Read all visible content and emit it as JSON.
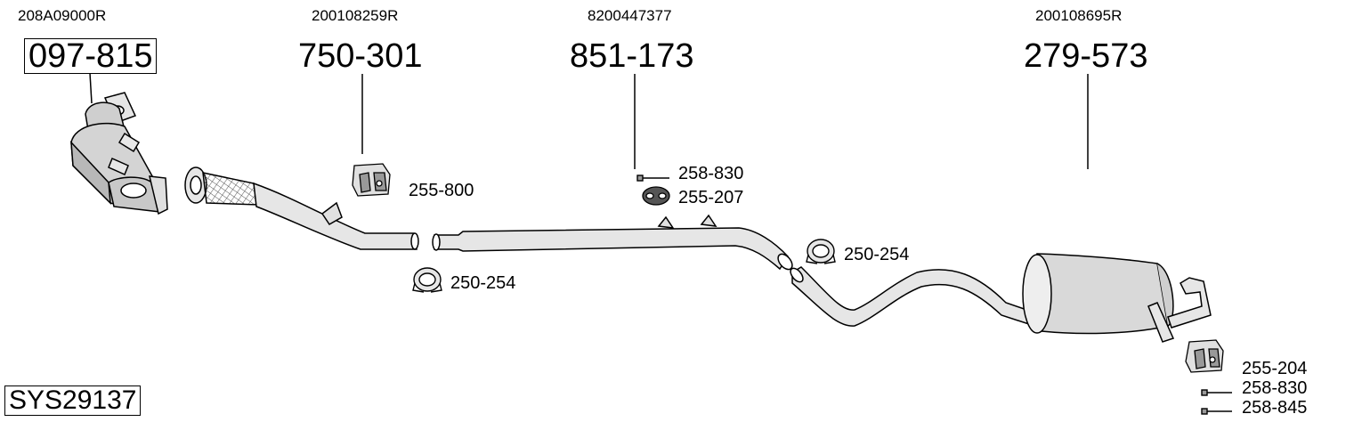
{
  "system_code": "SYS29137",
  "components": [
    {
      "oem": "208A09000R",
      "part": "097-815"
    },
    {
      "oem": "200108259R",
      "part": "750-301"
    },
    {
      "oem": "8200447377",
      "part": "851-173"
    },
    {
      "oem": "200108695R",
      "part": "279-573"
    }
  ],
  "accessories": {
    "hanger_1": "255-800",
    "clamp_1": "250-254",
    "bolt_1": "258-830",
    "rubber_1": "255-207",
    "clamp_2": "250-254",
    "hanger_2": "255-204",
    "bolt_2": "258-830",
    "bolt_3": "258-845"
  }
}
